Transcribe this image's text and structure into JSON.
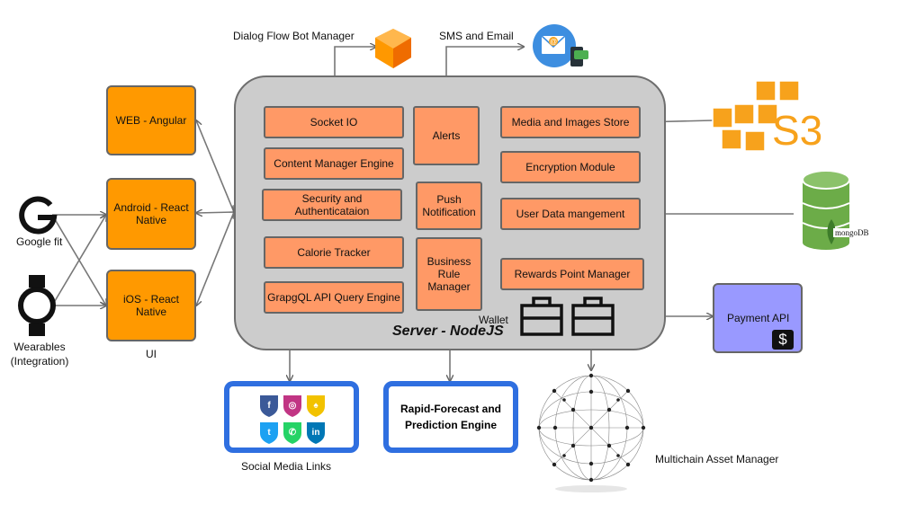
{
  "top_labels": {
    "dialog_flow": "Dialog Flow Bot Manager",
    "sms_email": "SMS and Email"
  },
  "server": {
    "title": "Server - NodeJS",
    "modules": {
      "socket_io": "Socket IO",
      "content_manager": "Content Manager Engine",
      "security": "Security and Authenticataion",
      "calorie": "Calorie Tracker",
      "graphql": "GrapgQL API Query Engine",
      "alerts": "Alerts",
      "push": "Push Notification",
      "business_rule": "Business Rule Manager",
      "media_store": "Media and Images Store",
      "encryption": "Encryption Module",
      "user_data": "User Data mangement",
      "rewards": "Rewards Point Manager"
    }
  },
  "ui": {
    "web": "WEB - Angular",
    "android": "Android - React Native",
    "ios": "iOS - React Native",
    "caption": "UI"
  },
  "left": {
    "google_fit": "Google fit",
    "wearables": "Wearables (Integration)"
  },
  "bottom": {
    "social_caption": "Social Media Links",
    "forecast": "Rapid-Forecast and Prediction Engine",
    "wallet": "Wallet",
    "multichain": "Multichain Asset Manager"
  },
  "right": {
    "s3": "S3",
    "mongodb": "mongoDB",
    "payment": "Payment API"
  },
  "icons": {
    "social": [
      "facebook-icon",
      "instagram-icon",
      "snapchat-icon",
      "twitter-icon",
      "whatsapp-icon",
      "linkedin-icon"
    ],
    "social_glyphs": [
      "f",
      "◎",
      "♠",
      "t",
      "✆",
      "in"
    ],
    "social_colors": [
      "#3b5998",
      "#c13584",
      "#f2c200",
      "#1da1f2",
      "#25d366",
      "#0077b5"
    ]
  },
  "colors": {
    "module": "#ff9966",
    "ui": "#ff9900",
    "server": "#cccccc",
    "blue_border": "#2f6fe0",
    "payment": "#9999ff",
    "aws": "#f7a21c",
    "mongo": "#6cac48"
  }
}
